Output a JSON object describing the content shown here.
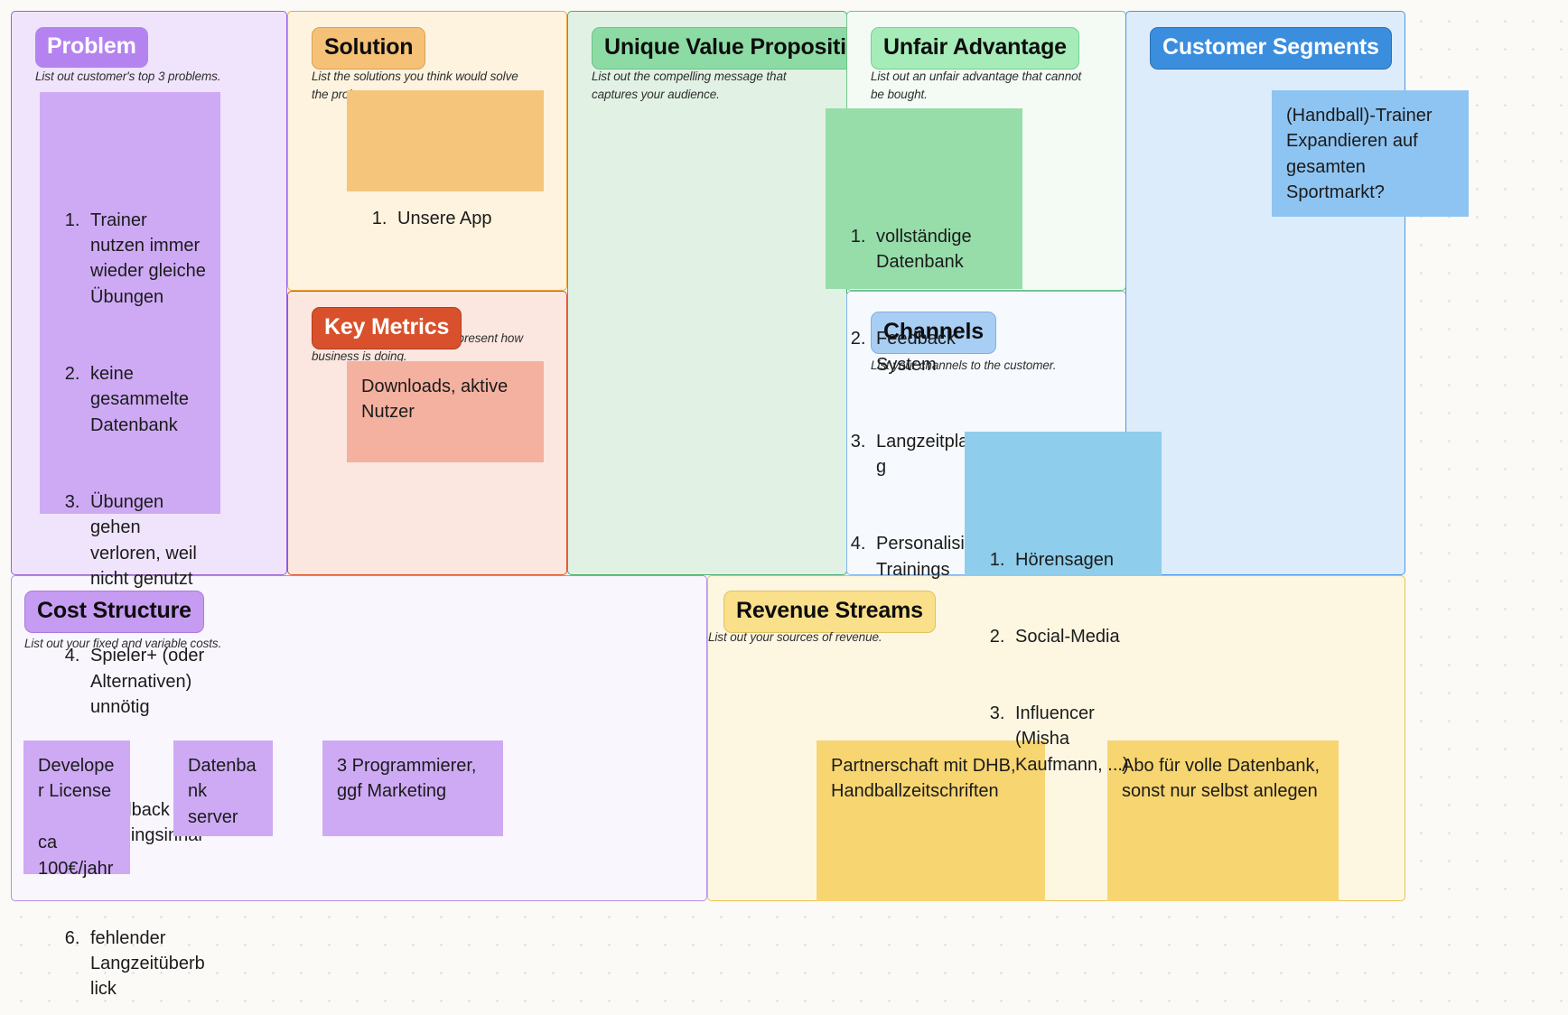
{
  "board": {
    "type": "lean-canvas",
    "background_color": "#fbfaf7",
    "dot_grid": true
  },
  "panels": {
    "problem": {
      "title": "Problem",
      "subtitle": "List out customer's top 3 problems.",
      "panel_bg": "#efe4fb",
      "badge_bg": "#b583ef",
      "note": {
        "color": "#ceaaf5",
        "list_type": "ordered",
        "items": [
          "Trainer nutzen immer wieder gleiche Übungen",
          "keine gesammelte Datenbank",
          "Übungen gehen verloren, weil nicht genutzt",
          "Spieler+ (oder Alternativen) unnötig",
          "kein Feedback zu Trainingsinhalten",
          "fehlender Langzeitüberblick"
        ]
      }
    },
    "solution": {
      "title": "Solution",
      "subtitle": "List the solutions you think would solve the probems.",
      "panel_bg": "#fdf3df",
      "badge_bg": "#f4c177",
      "note": {
        "color": "#f5c57c",
        "list_type": "ordered",
        "items": [
          "Unsere App"
        ]
      }
    },
    "key_metrics": {
      "title": "Key Metrics",
      "subtitle": "List out the numbers that represent how business is doing.",
      "panel_bg": "#fbe6e0",
      "badge_bg": "#d9512c",
      "note": {
        "color": "#f4b1a0",
        "list_type": "text",
        "text": "Downloads, aktive Nutzer"
      }
    },
    "unique_value_proposition": {
      "title": "Unique Value Proposition",
      "subtitle": "List out the compelling message that captures your audience.",
      "panel_bg": "#e1f2e5",
      "badge_bg": "#8ddba4",
      "note": {
        "color": "#96dda9",
        "list_type": "ordered",
        "items": [
          "vollständige Datenbank",
          "Feedback System",
          "Langzeitplanung",
          "Personalisierte Trainings"
        ]
      }
    },
    "unfair_advantage": {
      "title": "Unfair Advantage",
      "subtitle": "List out an unfair advantage that cannot be bought.",
      "panel_bg": "#f3fbf4",
      "badge_bg": "#a6ecb9"
    },
    "customer_segments": {
      "title": "Customer Segments",
      "panel_bg": "#ddecfb",
      "badge_bg": "#3b8ede",
      "note": {
        "color": "#8ec4f2",
        "list_type": "text",
        "text": "(Handball)-Trainer Expandieren auf gesamten Sportmarkt?"
      }
    },
    "channels": {
      "title": "Channels",
      "subtitle": "List your channels to the customer.",
      "panel_bg": "#f6fafe",
      "badge_bg": "#a8cef4",
      "note": {
        "color": "#8ecdeb",
        "list_type": "ordered",
        "items": [
          "Hörensagen",
          "Social-Media",
          "Influencer (Misha Kaufmann, ...)"
        ]
      }
    },
    "cost_structure": {
      "title": "Cost Structure",
      "subtitle": "List out your fixed and variable costs.",
      "panel_bg": "#faf6fe",
      "badge_bg": "#c69cf2",
      "notes": [
        {
          "color": "#ceaaf5",
          "text": "Developer License\n\nca 100€/jahr"
        },
        {
          "color": "#ceaaf5",
          "text": "Datenbank server"
        },
        {
          "color": "#ceaaf5",
          "text": "3 Programmierer, ggf Marketing"
        }
      ]
    },
    "revenue_streams": {
      "title": "Revenue Streams",
      "subtitle": "List out your sources of revenue.",
      "panel_bg": "#fdf7e2",
      "badge_bg": "#fae08a",
      "notes": [
        {
          "color": "#f7d571",
          "text": "Partnerschaft mit DHB, Handballzeitschriften"
        },
        {
          "color": "#f7d571",
          "text": "Abo für volle Datenbank, sonst nur selbst anlegen"
        }
      ]
    }
  }
}
